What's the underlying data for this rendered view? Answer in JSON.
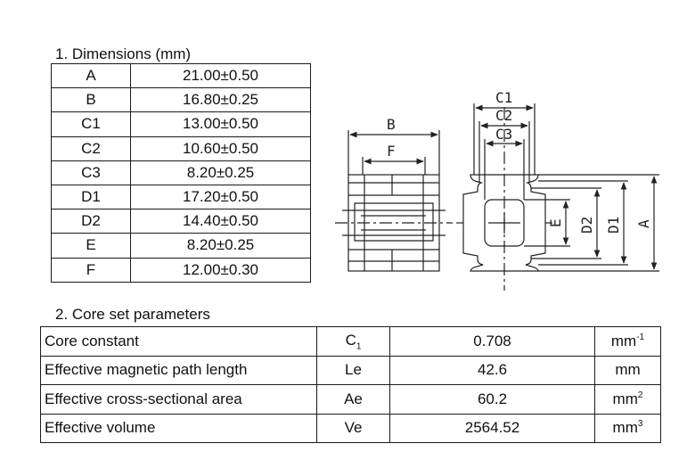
{
  "section1": {
    "title": "1. Dimensions (mm)",
    "rows": [
      {
        "label": "A",
        "value": "21.00±0.50"
      },
      {
        "label": "B",
        "value": "16.80±0.25"
      },
      {
        "label": "C1",
        "value": "13.00±0.50"
      },
      {
        "label": "C2",
        "value": "10.60±0.50"
      },
      {
        "label": "C3",
        "value": "8.20±0.25"
      },
      {
        "label": "D1",
        "value": "17.20±0.50"
      },
      {
        "label": "D2",
        "value": "14.40±0.50"
      },
      {
        "label": "E",
        "value": "8.20±0.25"
      },
      {
        "label": "F",
        "value": "12.00±0.30"
      }
    ]
  },
  "section2": {
    "title": "2. Core set parameters",
    "rows": [
      {
        "name": "Core constant",
        "symbol": "C",
        "symbol_sub": "1",
        "value": "0.708",
        "unit": "mm",
        "unit_sup": "-1"
      },
      {
        "name": "Effective magnetic path length",
        "symbol": "Le",
        "value": "42.6",
        "unit": "mm"
      },
      {
        "name": "Effective cross-sectional area",
        "symbol": "Ae",
        "value": "60.2",
        "unit": "mm",
        "unit_sup": "2"
      },
      {
        "name": "Effective volume",
        "symbol": "Ve",
        "value": "2564.52",
        "unit": "mm",
        "unit_sup": "3"
      }
    ]
  },
  "drawing": {
    "labels": {
      "B": "B",
      "F": "F",
      "C1": "C1",
      "C2": "C2",
      "C3": "C3",
      "E": "E",
      "D2": "D2",
      "D1": "D1",
      "A": "A"
    }
  }
}
